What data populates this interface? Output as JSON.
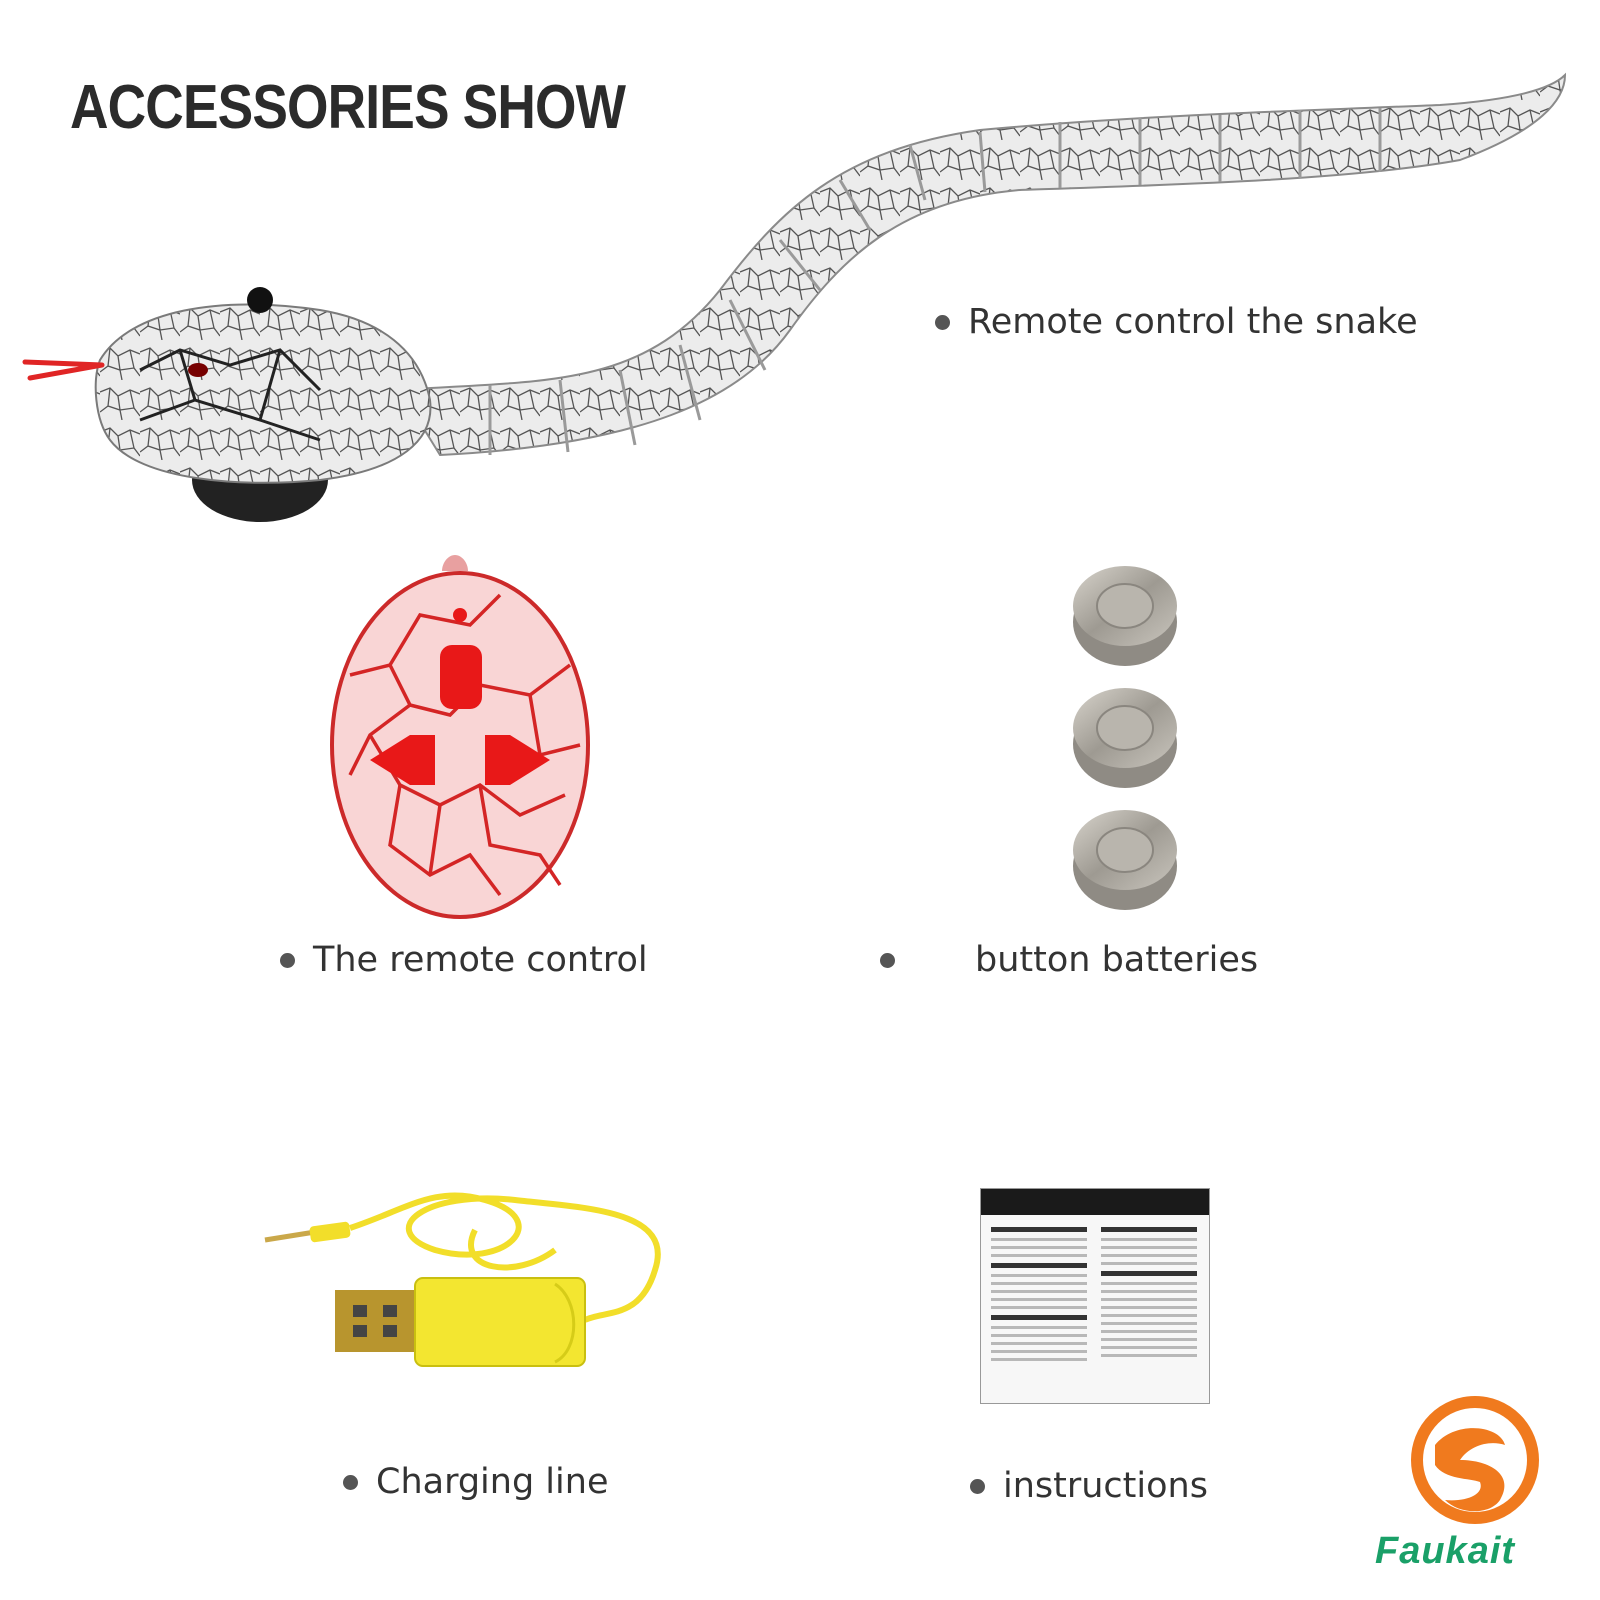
{
  "title": "ACCESSORIES SHOW",
  "items": {
    "snake": "Remote control the snake",
    "remote": "The remote control",
    "batteries": "button batteries",
    "charging": "Charging line",
    "instructions": "instructions"
  },
  "brand": {
    "name": "Faukait",
    "orange": "#f07a1e",
    "green": "#1aa068"
  },
  "icons": {
    "snake": "snake-toy-icon",
    "remote": "egg-remote-icon",
    "batteries": "button-battery-icon",
    "cable": "usb-charging-cable-icon",
    "manual": "instruction-sheet-icon",
    "logo": "dragon-logo-icon"
  }
}
